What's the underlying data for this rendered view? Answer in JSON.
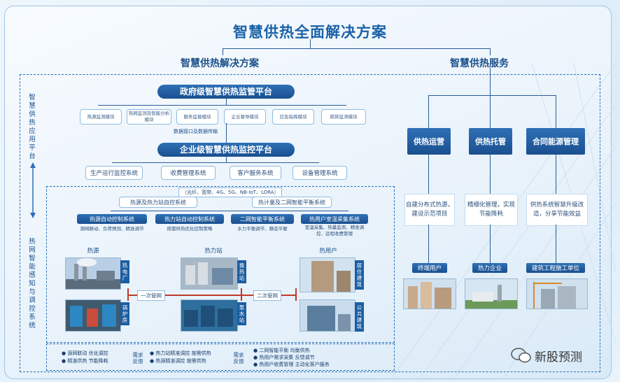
{
  "title": "智慧供热全面解决方案",
  "left_heading": "智慧供热解决方案",
  "right_heading": "智慧供热服务",
  "side_top": "智慧供热应用平台",
  "side_bottom": "热网智能感知与调控系统",
  "gov_platform": "政府级智慧供热监管平台",
  "gov_modules": [
    "热源监测模块",
    "热网监测及智能分析模块",
    "服务监督模块",
    "企业督导模块",
    "应急指挥模块",
    "碳排监测模块"
  ],
  "data_interface": "数据接口及数据传输",
  "ent_platform": "企业级智慧供热监控平台",
  "ent_modules": [
    "生产运行监控系统",
    "收费管理系统",
    "客户服务系统",
    "设备管理系统"
  ],
  "network": "（光纤、宽带、4G、5G、NB-IoT、LORA）",
  "group_left": "热源及热力站自控系统",
  "group_right": "热计量及二网智能平衡系统",
  "controls": [
    {
      "name": "热源自动控制系统",
      "desc": "源网联动、负荷预测、精准调节"
    },
    {
      "name": "热力站自动控制系统",
      "desc": "按需供热优化控制策略"
    },
    {
      "name": "二网智能平衡系统",
      "desc": "水力平衡调节、静态平衡"
    },
    {
      "name": "热用户室温采集系统",
      "desc": "室温采集、热量监测、精准调控、远程收费管理"
    }
  ],
  "col_labels": [
    "热源",
    "热力站",
    "热用户"
  ],
  "photo_tags": [
    "热电厂",
    "锅炉房",
    "换热站",
    "泵水站",
    "居住建筑",
    "公共建筑"
  ],
  "pipe_primary": "一次管网",
  "pipe_secondary": "二次管网",
  "bottom_left": [
    "源网联动 优化调控",
    "精准供热 节能降耗"
  ],
  "bottom_mid": [
    "热力站精准调控 按需供热",
    "热源精准调控 按需供热"
  ],
  "bottom_right": [
    "二网智能平衡 均衡供热",
    "热用户需求采集 反馈调节",
    "热用户收费管理 主动化客户服务"
  ],
  "feedback": "需求反馈",
  "services": [
    {
      "name": "供热运营",
      "desc": "自建分布式热源，建设示范项目"
    },
    {
      "name": "供热托管",
      "desc": "精细化管理，实现节能降耗"
    },
    {
      "name": "合同能源管理",
      "desc": "供热系统智慧升级改造，分享节能效益"
    }
  ],
  "clients": [
    "终端用户",
    "热力企业",
    "建筑工程施工单位"
  ],
  "watermark": "新股预测",
  "colors": {
    "primary": "#1b4f8a",
    "accent": "#2e71b6",
    "title": "#1b62a8",
    "pipe": "#c0392b"
  }
}
